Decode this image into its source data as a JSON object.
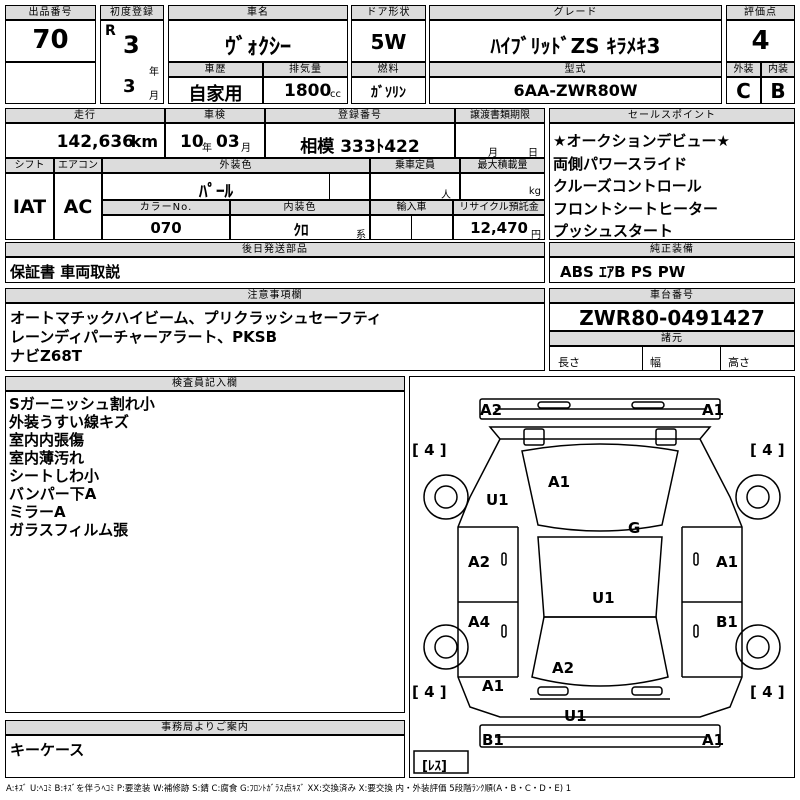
{
  "header": {
    "lot_label": "出品番号",
    "lot": "70",
    "first_reg_label": "初度登録",
    "era": "R",
    "first_reg_year": "3",
    "year_unit": "年",
    "first_reg_month": "3",
    "month_unit": "月",
    "name_label": "車名",
    "name": "ｳﾞｫｸｼｰ",
    "door_label": "ドア形状",
    "door": "5W",
    "grade_label": "グレード",
    "grade": "ﾊｲﾌﾞﾘｯﾄﾞZS ｷﾗﾒｷ3",
    "score_label": "評価点",
    "score": "4",
    "history_label": "車歴",
    "history": "自家用",
    "disp_label": "排気量",
    "disp": "1800",
    "disp_unit": "cc",
    "fuel_label": "燃料",
    "fuel": "ｶﾞｿﾘﾝ",
    "model_label": "型式",
    "model": "6AA-ZWR80W",
    "ext_label": "外装",
    "ext": "C",
    "int_label": "内装",
    "int": "B"
  },
  "row2": {
    "mileage_label": "走行",
    "mileage": "142,636",
    "mileage_unit": "km",
    "inspect_label": "車検",
    "inspect_year": "10",
    "inspect_year_unit": "年",
    "inspect_month": "03",
    "inspect_month_unit": "月",
    "plate_label": "登録番号",
    "plate": "相模 333ﾄ422",
    "transfer_label": "譲渡書類期限",
    "transfer_month_unit": "月",
    "transfer_day_unit": "日",
    "shift_label": "シフト",
    "shift": "IAT",
    "ac_label": "エアコン",
    "ac": "AC",
    "color_label": "外装色",
    "color": "ﾊﾟｰﾙ",
    "capacity_label": "乗車定員",
    "capacity_unit": "人",
    "load_label": "最大積載量",
    "load_unit": "kg",
    "colorno_label": "カラーNo.",
    "colorno": "070",
    "intcolor_label": "内装色",
    "intcolor": "ｸﾛ",
    "intcolor_unit": "系",
    "import_label": "輸入車",
    "recycle_label": "リサイクル預託金",
    "recycle": "12,470",
    "recycle_unit": "円"
  },
  "sales": {
    "label": "セールスポイント",
    "items": [
      "★オークションデビュー★",
      "両側パワースライド",
      "クルーズコントロール",
      "フロントシートヒーター",
      "プッシュスタート"
    ]
  },
  "later": {
    "label": "後日発送部品",
    "value": "保証書 車両取説"
  },
  "equipment": {
    "label": "純正装備",
    "value": "ABS ｴｱB PS PW"
  },
  "notes": {
    "label": "注意事項欄",
    "lines": [
      "オートマチックハイビーム、プリクラッシュセーフティ",
      "レーンディパーチャーアラート、PKSB",
      "ナビZ68T"
    ]
  },
  "chassis": {
    "label": "車台番号",
    "value": "ZWR80-0491427"
  },
  "dims": {
    "label": "諸元",
    "length": "長さ",
    "width": "幅",
    "height": "高さ"
  },
  "inspector": {
    "label": "検査員記入欄",
    "lines": [
      "Sガーニッシュ割れ小",
      "外装うすい線キズ",
      "室内内張傷",
      "室内薄汚れ",
      "シートしわ小",
      "バンパー下A",
      "ミラーA",
      "ガラスフィルム張"
    ]
  },
  "office": {
    "label": "事務局よりご案内",
    "value": "キーケース"
  },
  "diagram": {
    "marks": [
      "A2",
      "A1",
      "A1",
      "U1",
      "G",
      "A2",
      "A1",
      "U1",
      "A4",
      "B1",
      "A2",
      "A1",
      "U1",
      "B1",
      "A1"
    ],
    "tires": [
      "[ 4 ]",
      "[ 4 ]",
      "[ 4 ]",
      "[ 4 ]"
    ],
    "spare": "[ﾚｽ]"
  },
  "footer": "A:ｷｽﾞ U:ﾍｺﾐ B:ｷｽﾞを伴うﾍｺﾐ P:要塗装 W:補修跡 S:錆 C:腐食 G:ﾌﾛﾝﾄｶﾞﾗｽ点ｷｽﾞ XX:交換済み X:要交換 内・外装評価 5段階ﾗﾝｸ順(A・B・C・D・E) 1"
}
